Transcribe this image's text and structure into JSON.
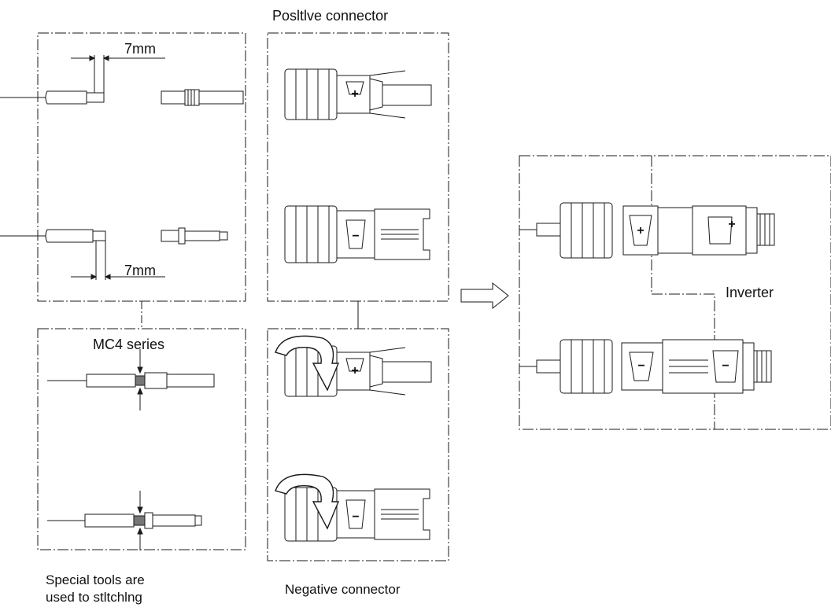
{
  "labels": {
    "positive_connector": "Posltlve connector",
    "negative_connector": "Negative connector",
    "mc4_series": "MC4 series",
    "special_tools_line1": "Special tools are",
    "special_tools_line2": "used to stltchlng",
    "inverter": "Inverter",
    "strip_length_top": "7mm",
    "strip_length_bottom": "7mm"
  },
  "connector_marks": {
    "plus": "+",
    "minus": "−"
  },
  "colors": {
    "line": "#1a1a1a",
    "fill": "#ffffff",
    "shade": "#d9d9d9"
  }
}
